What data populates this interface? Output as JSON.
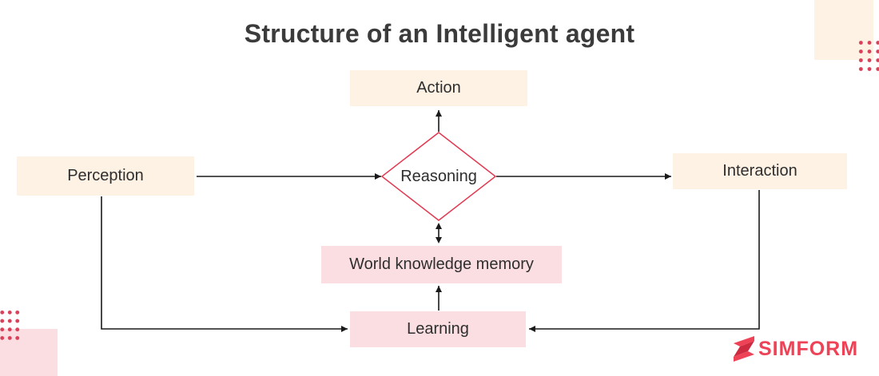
{
  "title": "Structure of an Intelligent agent",
  "diagram": {
    "nodes": {
      "action": {
        "label": "Action",
        "shape": "rect",
        "fill": "cream"
      },
      "perception": {
        "label": "Perception",
        "shape": "rect",
        "fill": "cream"
      },
      "reasoning": {
        "label": "Reasoning",
        "shape": "diamond",
        "fill": "white"
      },
      "interaction": {
        "label": "Interaction",
        "shape": "rect",
        "fill": "cream"
      },
      "world_knowledge_memory": {
        "label": "World knowledge memory",
        "shape": "rect",
        "fill": "pink"
      },
      "learning": {
        "label": "Learning",
        "shape": "rect",
        "fill": "pink"
      }
    },
    "edges": [
      {
        "from": "Perception",
        "to": "Reasoning",
        "direction": "one-way"
      },
      {
        "from": "Reasoning",
        "to": "Action",
        "direction": "one-way"
      },
      {
        "from": "Reasoning",
        "to": "Interaction",
        "direction": "one-way"
      },
      {
        "from": "Reasoning",
        "to": "World knowledge memory",
        "direction": "two-way"
      },
      {
        "from": "Learning",
        "to": "World knowledge memory",
        "direction": "one-way"
      },
      {
        "from": "Perception",
        "to": "Learning",
        "direction": "one-way"
      },
      {
        "from": "Interaction",
        "to": "Learning",
        "direction": "one-way"
      }
    ]
  },
  "branding": {
    "logo_text": "SIMFORM"
  },
  "colors": {
    "cream_box": "#fdf2e4",
    "pink_box": "#fbdee2",
    "diamond_border": "#e23a52",
    "arrow": "#1a1a1a",
    "title_text": "#3b3b3b",
    "node_text": "#2e2e2e",
    "brand_red": "#ee4256",
    "brand_red_dark": "#cf2b40",
    "dot_red": "#d8415a"
  }
}
